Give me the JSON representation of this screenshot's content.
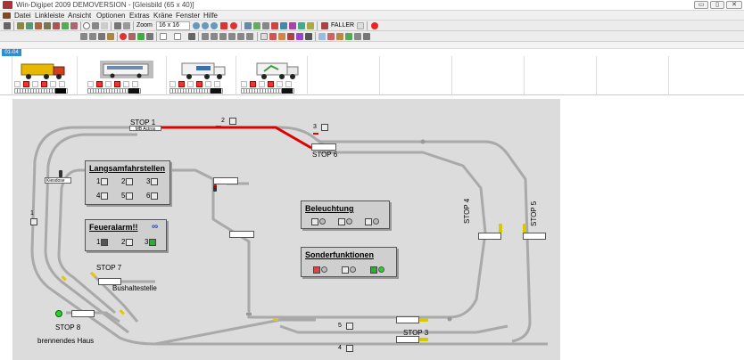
{
  "window": {
    "title": "Win-Digipet 2009 DEMOVERSION - [Gleisbild (65 x 40)]",
    "minimize_label": "▭",
    "restore_label": "▯",
    "close_label": "✕"
  },
  "menu": {
    "items": [
      "Datei",
      "Linkleiste",
      "Ansicht",
      "Optionen",
      "Extras",
      "Kräne",
      "Fenster",
      "Hilfe"
    ]
  },
  "toolbar": {
    "zoom_label": "Zoom",
    "zoom_value": "16 x 16",
    "faller_label": "FALLER",
    "stop_icon": "stop-icon"
  },
  "loco_tab": {
    "label": "01-04"
  },
  "locos": [
    {
      "name": "loco-truck-yellow",
      "color": "#e8b800"
    },
    {
      "name": "loco-bus-white",
      "color": "#e8e8e8"
    },
    {
      "name": "loco-truck-gls",
      "color": "#f2f2f2"
    },
    {
      "name": "loco-truck-green",
      "color": "#f2f2f2"
    }
  ],
  "track": {
    "colors": {
      "track": "#a9a9a9",
      "active_route": "#e00000",
      "panel": "#cfcfcf",
      "background": "#dcdcdc"
    },
    "stops": {
      "stop1": "STOP 1",
      "stop1_sublabel": "MB Actros",
      "stop3": "STOP 3",
      "stop4": "STOP 4",
      "stop5": "STOP 5",
      "stop6": "STOP 6",
      "stop7": "STOP 7",
      "stop8": "STOP 8"
    },
    "labels": {
      "bushaltestelle": "Bushaltestelle",
      "brennendes_haus": "brennendes Haus",
      "kiesdose": "Kiesdose"
    },
    "numbers": {
      "n1": "1",
      "n2": "2",
      "n3": "3",
      "n4": "4",
      "n5": "5"
    }
  },
  "panels": {
    "langsam": {
      "title": "Langsamfahrstellen",
      "items": [
        "1",
        "2",
        "3",
        "4",
        "5",
        "6"
      ]
    },
    "feuer": {
      "title": "Feueralarm!!",
      "symbol": "∞",
      "items": [
        "1",
        "2",
        "3"
      ]
    },
    "beleuchtung": {
      "title": "Beleuchtung"
    },
    "sonder": {
      "title": "Sonderfunktionen"
    }
  }
}
